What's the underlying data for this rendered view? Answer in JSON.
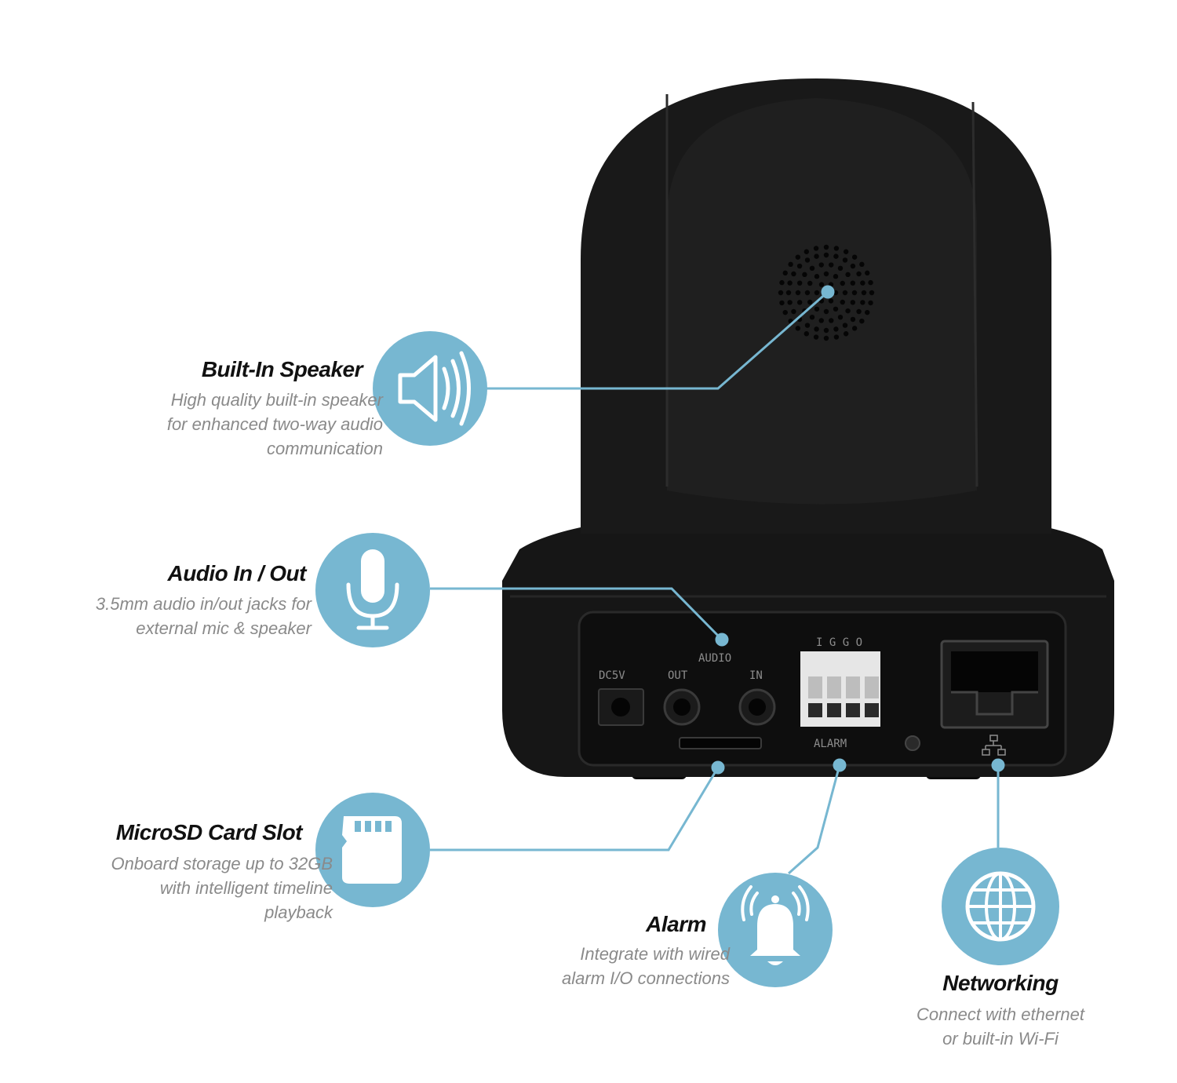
{
  "colors": {
    "accent": "#77b7d1",
    "camera_body": "#141414",
    "title_text": "#111111",
    "desc_text": "#8a8a8a"
  },
  "features": {
    "speaker": {
      "icon": "speaker-icon",
      "title": "Built-In Speaker",
      "desc_lines": [
        "High quality built-in speaker",
        "for enhanced two-way audio",
        "communication"
      ]
    },
    "audio": {
      "icon": "microphone-icon",
      "title": "Audio In / Out",
      "desc_lines": [
        "3.5mm audio in/out jacks for",
        "external mic & speaker"
      ]
    },
    "microsd": {
      "icon": "sd-card-icon",
      "title": "MicroSD Card Slot",
      "desc_lines": [
        "Onboard storage up to 32GB",
        "with intelligent timeline",
        "playback"
      ]
    },
    "alarm": {
      "icon": "alarm-bell-icon",
      "title": "Alarm",
      "desc_lines": [
        "Integrate with wired",
        "alarm I/O connections"
      ]
    },
    "networking": {
      "icon": "globe-icon",
      "title": "Networking",
      "desc_lines": [
        "Connect with ethernet",
        "or built-in Wi-Fi"
      ]
    }
  },
  "camera_labels": {
    "dc": "DC5V",
    "audio": "AUDIO",
    "out": "OUT",
    "in": "IN",
    "alarm": "ALARM",
    "alarm_pins": "I G G O"
  }
}
